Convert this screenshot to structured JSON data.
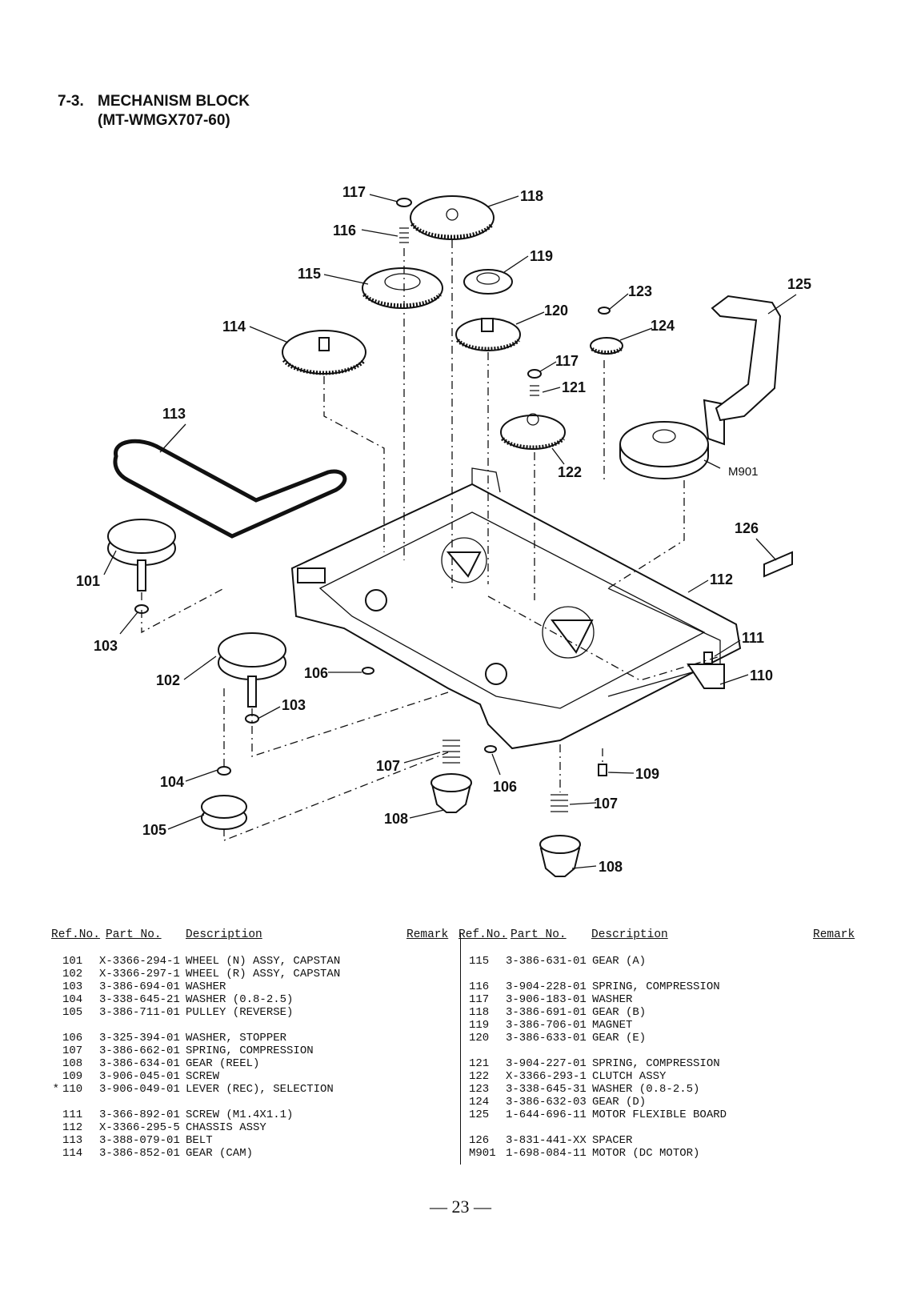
{
  "section": {
    "number": "7-3.",
    "title": "MECHANISM BLOCK",
    "model": "(MT-WMGX707-60)"
  },
  "callouts": [
    "117",
    "116",
    "115",
    "114",
    "113",
    "118",
    "119",
    "120",
    "117",
    "121",
    "122",
    "123",
    "124",
    "125",
    "M901",
    "126",
    "112",
    "111",
    "110",
    "101",
    "103",
    "102",
    "106",
    "103",
    "104",
    "105",
    "107",
    "108",
    "106",
    "109",
    "107",
    "108"
  ],
  "table_headers": {
    "ref": "Ref.No.",
    "part": "Part No.",
    "desc": "Description",
    "remark": "Remark"
  },
  "left_parts": [
    {
      "ref": "101",
      "part": "X-3366-294-1",
      "desc": "WHEEL (N) ASSY, CAPSTAN",
      "mark": ""
    },
    {
      "ref": "102",
      "part": "X-3366-297-1",
      "desc": "WHEEL (R) ASSY, CAPSTAN",
      "mark": ""
    },
    {
      "ref": "103",
      "part": "3-386-694-01",
      "desc": "WASHER",
      "mark": ""
    },
    {
      "ref": "104",
      "part": "3-338-645-21",
      "desc": "WASHER (0.8-2.5)",
      "mark": ""
    },
    {
      "ref": "105",
      "part": "3-386-711-01",
      "desc": "PULLEY (REVERSE)",
      "mark": ""
    },
    {
      "ref": "106",
      "part": "3-325-394-01",
      "desc": "WASHER, STOPPER",
      "mark": ""
    },
    {
      "ref": "107",
      "part": "3-386-662-01",
      "desc": "SPRING, COMPRESSION",
      "mark": ""
    },
    {
      "ref": "108",
      "part": "3-386-634-01",
      "desc": "GEAR (REEL)",
      "mark": ""
    },
    {
      "ref": "109",
      "part": "3-906-045-01",
      "desc": "SCREW",
      "mark": ""
    },
    {
      "ref": "110",
      "part": "3-906-049-01",
      "desc": "LEVER (REC), SELECTION",
      "mark": "*"
    },
    {
      "ref": "111",
      "part": "3-366-892-01",
      "desc": "SCREW (M1.4X1.1)",
      "mark": ""
    },
    {
      "ref": "112",
      "part": "X-3366-295-5",
      "desc": "CHASSIS ASSY",
      "mark": ""
    },
    {
      "ref": "113",
      "part": "3-388-079-01",
      "desc": "BELT",
      "mark": ""
    },
    {
      "ref": "114",
      "part": "3-386-852-01",
      "desc": "GEAR (CAM)",
      "mark": ""
    }
  ],
  "right_parts": [
    {
      "ref": "115",
      "part": "3-386-631-01",
      "desc": "GEAR (A)"
    },
    {
      "ref": "116",
      "part": "3-904-228-01",
      "desc": "SPRING, COMPRESSION"
    },
    {
      "ref": "117",
      "part": "3-906-183-01",
      "desc": "WASHER"
    },
    {
      "ref": "118",
      "part": "3-386-691-01",
      "desc": "GEAR (B)"
    },
    {
      "ref": "119",
      "part": "3-386-706-01",
      "desc": "MAGNET"
    },
    {
      "ref": "120",
      "part": "3-386-633-01",
      "desc": "GEAR (E)"
    },
    {
      "ref": "121",
      "part": "3-904-227-01",
      "desc": "SPRING, COMPRESSION"
    },
    {
      "ref": "122",
      "part": "X-3366-293-1",
      "desc": "CLUTCH ASSY"
    },
    {
      "ref": "123",
      "part": "3-338-645-31",
      "desc": "WASHER (0.8-2.5)"
    },
    {
      "ref": "124",
      "part": "3-386-632-03",
      "desc": "GEAR (D)"
    },
    {
      "ref": "125",
      "part": "1-644-696-11",
      "desc": "MOTOR FLEXIBLE BOARD"
    },
    {
      "ref": "126",
      "part": "3-831-441-XX",
      "desc": "SPACER"
    },
    {
      "ref": "M901",
      "part": "1-698-084-11",
      "desc": "MOTOR (DC MOTOR)"
    }
  ],
  "page_number": "— 23 —"
}
